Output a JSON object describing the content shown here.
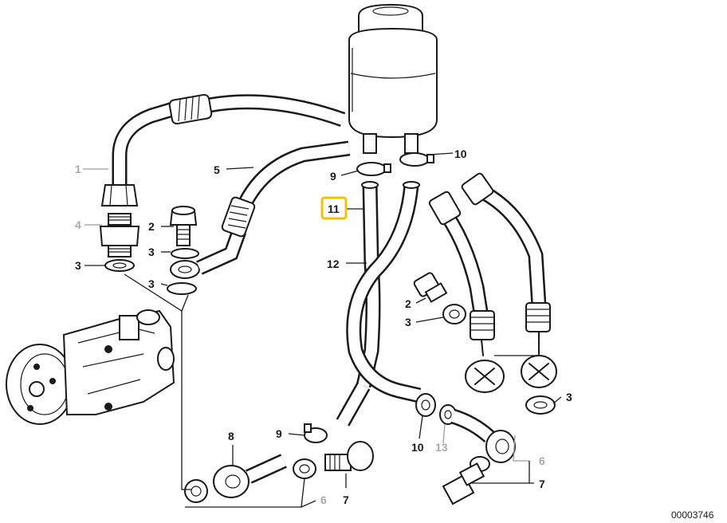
{
  "diagram": {
    "reference_number": "00003746",
    "highlight_color": "#f2c200",
    "callouts": {
      "c1": "1",
      "c2a": "2",
      "c2b": "2",
      "c3a": "3",
      "c3b": "3",
      "c3c": "3",
      "c3d": "3",
      "c3e": "3",
      "c4": "4",
      "c5": "5",
      "c6a": "6",
      "c6b": "6",
      "c7a": "7",
      "c7b": "7",
      "c8": "8",
      "c9a": "9",
      "c9b": "9",
      "c10a": "10",
      "c10b": "10",
      "c11": "11",
      "c12": "12",
      "c13": "13"
    }
  }
}
